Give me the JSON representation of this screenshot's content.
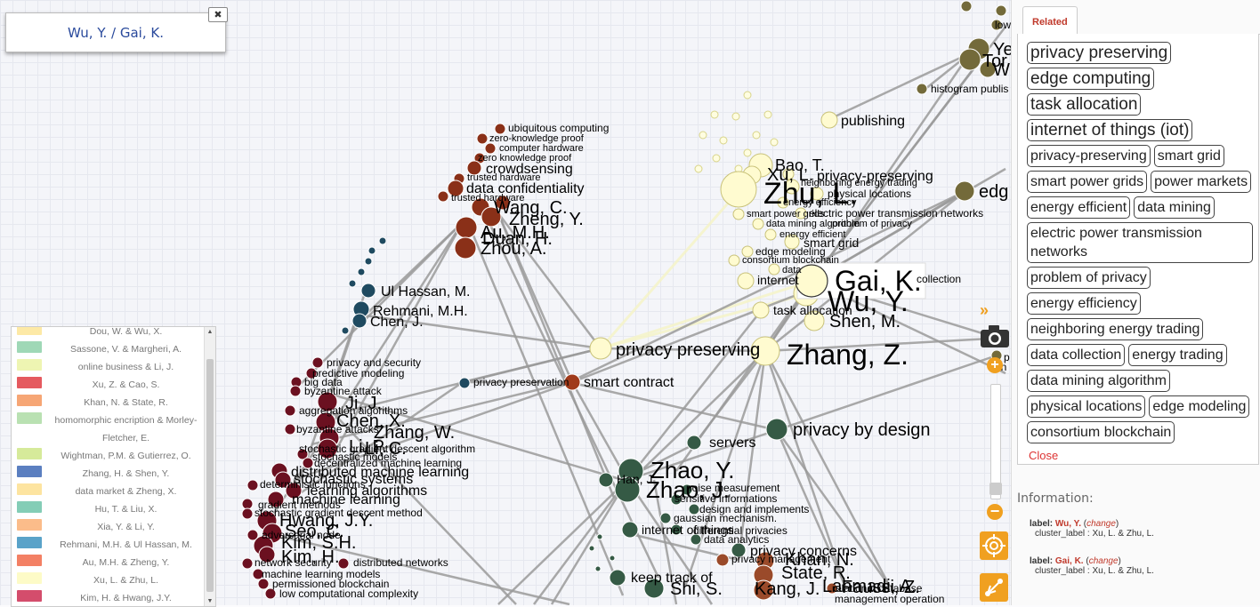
{
  "selection": {
    "left": "Wu, Y.",
    "sep": "/",
    "right": "Gai, K."
  },
  "close_glyph": "✖",
  "legend": [
    {
      "color": "#fde9a6",
      "label": "Dou, W. & Wu, X."
    },
    {
      "color": "#9fd8b6",
      "label": "Sassone, V. & Margheri, A."
    },
    {
      "color": "#eef5b2",
      "label": "online business & Li, J."
    },
    {
      "color": "#e55a5f",
      "label": "Xu, Z. & Cao, S."
    },
    {
      "color": "#f6a675",
      "label": "Khan, N. & State, R."
    },
    {
      "color": "#b9e1b2",
      "label": "homomorphic encription & Morley-Fletcher, E."
    },
    {
      "color": "#d6ea9a",
      "label": "Wightman, P.M. & Gutierrez, O."
    },
    {
      "color": "#5b7fc0",
      "label": "Zhang, H. & Shen, Y."
    },
    {
      "color": "#fde4a0",
      "label": "data market & Zheng, X."
    },
    {
      "color": "#84cdb6",
      "label": "Hu, T. & Liu, X."
    },
    {
      "color": "#fbbc8a",
      "label": "Xia, Y. & Li, Y."
    },
    {
      "color": "#5aa3c9",
      "label": "Rehmani, M.H. & Ul Hassan, M."
    },
    {
      "color": "#f38064",
      "label": "Au, M.H. & Zheng, Y."
    },
    {
      "color": "#fdfbc7",
      "label": "Xu, L. & Zhu, L."
    },
    {
      "color": "#d44d6c",
      "label": "Kim, H. & Hwang, J.Y."
    }
  ],
  "graph": {
    "labels_yellow": [
      {
        "t": "publishing",
        "s": 16
      },
      {
        "t": "Bao, T.",
        "s": 18
      },
      {
        "t": "Xu, L.",
        "s": 20
      },
      {
        "t": "privacy-preserving",
        "s": 16
      },
      {
        "t": "neighboring energy trading",
        "s": 11
      },
      {
        "t": "Zhu, L.",
        "s": 34
      },
      {
        "t": "physical locations",
        "s": 12
      },
      {
        "t": "energy efficiency",
        "s": 11
      },
      {
        "t": "smart power grids",
        "s": 11
      },
      {
        "t": "electric power transmission networks",
        "s": 12
      },
      {
        "t": "data mining algorithm",
        "s": 11
      },
      {
        "t": "problem of privacy",
        "s": 11
      },
      {
        "t": "energy efficient",
        "s": 11
      },
      {
        "t": "smart grid",
        "s": 14
      },
      {
        "t": "edge modeling",
        "s": 12
      },
      {
        "t": "consortium blockchain",
        "s": 11
      },
      {
        "t": "data",
        "s": 11
      },
      {
        "t": "internet",
        "s": 14
      },
      {
        "t": "Gai, K.",
        "s": 32
      },
      {
        "t": "collection",
        "s": 12
      },
      {
        "t": "Wu, Y.",
        "s": 32
      },
      {
        "t": "task allocation",
        "s": 14
      },
      {
        "t": "Shen, M.",
        "s": 20
      },
      {
        "t": "privacy preserving",
        "s": 20
      },
      {
        "t": "Zhang, Z.",
        "s": 32
      }
    ],
    "labels_brown": [
      {
        "t": "ubiquitous computing",
        "s": 12
      },
      {
        "t": "zero-knowledge proof",
        "s": 11
      },
      {
        "t": "computer hardware",
        "s": 11
      },
      {
        "t": "zero knowledge proof",
        "s": 11
      },
      {
        "t": "crowdsensing",
        "s": 16
      },
      {
        "t": "trusted hardware",
        "s": 11
      },
      {
        "t": "data confidentiality",
        "s": 16
      },
      {
        "t": "trusted hardware",
        "s": 11
      },
      {
        "t": "Wang, C.",
        "s": 20
      },
      {
        "t": "Zheng, Y.",
        "s": 20
      },
      {
        "t": "Au, M.H.",
        "s": 20
      },
      {
        "t": "Duan, H.",
        "s": 20
      },
      {
        "t": "Zhou, A.",
        "s": 20
      },
      {
        "t": "smart contract",
        "s": 16
      }
    ],
    "labels_blue": [
      {
        "t": "Ul Hassan, M.",
        "s": 16
      },
      {
        "t": "Rehmani, M.H.",
        "s": 16
      },
      {
        "t": "Chen, J.",
        "s": 16
      },
      {
        "t": "privacy preservation",
        "s": 12
      }
    ],
    "labels_maroon": [
      {
        "t": "privacy and security",
        "s": 12
      },
      {
        "t": "predictive modeling",
        "s": 12
      },
      {
        "t": "big data",
        "s": 12
      },
      {
        "t": "byzantine attack",
        "s": 12
      },
      {
        "t": "Ji, J.",
        "s": 20
      },
      {
        "t": "aggregation algorithms",
        "s": 12
      },
      {
        "t": "Chen, X.",
        "s": 20
      },
      {
        "t": "byzantine attacks",
        "s": 12
      },
      {
        "t": "Zhang, W.",
        "s": 20
      },
      {
        "t": "Li, P.",
        "s": 20
      },
      {
        "t": "Li, C.",
        "s": 20
      },
      {
        "t": "stochastic gradient descent algorithm",
        "s": 12
      },
      {
        "t": "stochastic models",
        "s": 12
      },
      {
        "t": "decentralized machine learning",
        "s": 12
      },
      {
        "t": "distributed machine learning",
        "s": 16
      },
      {
        "t": "stochastic systems",
        "s": 16
      },
      {
        "t": "deterministic functions",
        "s": 12
      },
      {
        "t": "learning algorithms",
        "s": 16
      },
      {
        "t": "machine learning",
        "s": 16
      },
      {
        "t": "gradient methods",
        "s": 12
      },
      {
        "t": "stochastic gradient descent method",
        "s": 12
      },
      {
        "t": "Hwang, J.Y.",
        "s": 20
      },
      {
        "t": "Seo, C.",
        "s": 20
      },
      {
        "t": "adversarial node",
        "s": 12
      },
      {
        "t": "Kim, S.H.",
        "s": 20
      },
      {
        "t": "Kim, H.",
        "s": 20
      },
      {
        "t": "network security",
        "s": 12
      },
      {
        "t": "distributed networks",
        "s": 12
      },
      {
        "t": "machine learning models",
        "s": 12
      },
      {
        "t": "permissioned blockchain",
        "s": 12
      },
      {
        "t": "low computational complexity",
        "s": 12
      }
    ],
    "labels_green": [
      {
        "t": "servers",
        "s": 16
      },
      {
        "t": "privacy by design",
        "s": 20
      },
      {
        "t": "Zhao, Y.",
        "s": 26
      },
      {
        "t": "Han, J.",
        "s": 14
      },
      {
        "t": "Zhao, J.",
        "s": 26
      },
      {
        "t": "noise measurement",
        "s": 12
      },
      {
        "t": "sensitive informations",
        "s": 12
      },
      {
        "t": "design and implements",
        "s": 12
      },
      {
        "t": "gaussian mechanism.",
        "s": 12
      },
      {
        "t": "internet of things",
        "s": 14
      },
      {
        "t": "differential privacies",
        "s": 12
      },
      {
        "t": "data analytics",
        "s": 12
      },
      {
        "t": "privacy concerns",
        "s": 16
      },
      {
        "t": "privacy management",
        "s": 12
      },
      {
        "t": "Khan, N.",
        "s": 20
      },
      {
        "t": "State, R.",
        "s": 20
      },
      {
        "t": "keep track of",
        "s": 16
      },
      {
        "t": "Shi, S.",
        "s": 20
      },
      {
        "t": "Kang, J.",
        "s": 20
      },
      {
        "t": "Lahmadi, A.",
        "s": 20
      },
      {
        "t": "Faussi, Z.",
        "s": 20
      },
      {
        "t": "relational database",
        "s": 12
      },
      {
        "t": "management operation",
        "s": 12
      }
    ],
    "labels_olive": [
      {
        "t": "Ye",
        "s": 20
      },
      {
        "t": "Tor",
        "s": 20
      },
      {
        "t": "W",
        "s": 20
      },
      {
        "t": "low",
        "s": 12
      },
      {
        "t": "histogram publis",
        "s": 12
      },
      {
        "t": "edg",
        "s": 20
      },
      {
        "t": "p",
        "s": 12
      },
      {
        "t": "en",
        "s": 12
      }
    ]
  },
  "controls": {
    "expand_icon": "»",
    "zoom_in": "+",
    "zoom_out": "−"
  },
  "panel": {
    "tab_label": "Related",
    "tags": [
      "privacy preserving",
      "edge computing",
      "task allocation",
      "internet of things (iot)",
      "privacy-preserving",
      "smart grid",
      "smart power grids",
      "power markets",
      "energy efficient",
      "data mining",
      "electric power transmission networks",
      "problem of privacy",
      "energy efficiency",
      "neighboring energy trading",
      "data collection",
      "energy trading",
      "data mining algorithm",
      "physical locations",
      "edge modeling",
      "consortium blockchain"
    ],
    "close_label": "Close",
    "info_title": "Information:",
    "info": [
      {
        "label_key": "label:",
        "name": "Wu, Y.",
        "change": "change",
        "cluster": "cluster_label : Xu, L. & Zhu, L."
      },
      {
        "label_key": "label:",
        "name": "Gai, K.",
        "change": "change",
        "cluster": "cluster_label : Xu, L. & Zhu, L."
      }
    ]
  }
}
